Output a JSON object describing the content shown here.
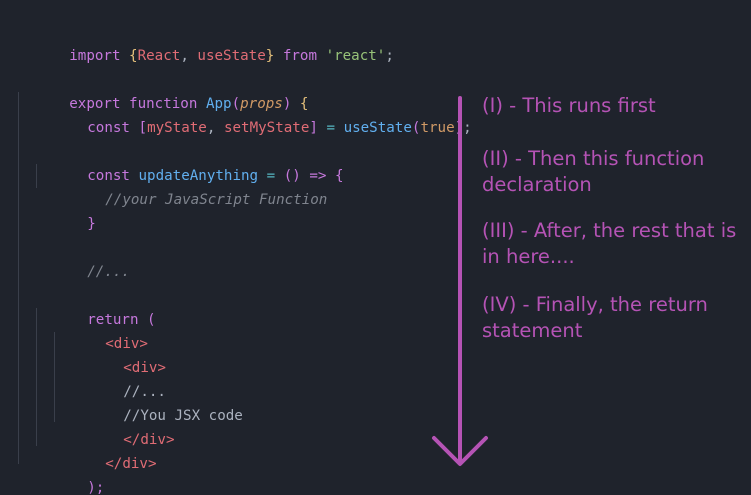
{
  "code": {
    "line1": {
      "kw_import": "import",
      "brace_open": "{",
      "react": "React",
      "comma": ", ",
      "usestate": "useState",
      "brace_close": "}",
      "kw_from": "from",
      "module": "'react'",
      "semi": ";"
    },
    "line3": {
      "kw_export": "export",
      "kw_function": "function",
      "name": "App",
      "paren_open": "(",
      "param": "props",
      "paren_close": ")",
      "brace": "{"
    },
    "line4": {
      "kw_const": "const",
      "bracket_open": "[",
      "state": "myState",
      "comma": ", ",
      "setter": "setMyState",
      "bracket_close": "]",
      "eq": "=",
      "hook": "useState",
      "paren_open": "(",
      "arg": "true",
      "paren_close": ")",
      "semi": ";"
    },
    "line6": {
      "kw_const": "const",
      "name": "updateAnything",
      "eq": "=",
      "parens": "()",
      "arrow": "=>",
      "brace": "{"
    },
    "line7": {
      "comment": "//your JavaScript Function"
    },
    "line8": {
      "brace": "}"
    },
    "line10": {
      "comment": "//..."
    },
    "line12": {
      "kw_return": "return",
      "paren": "("
    },
    "line13": {
      "tag": "<div>"
    },
    "line14": {
      "tag": "<div>"
    },
    "line15": {
      "text": "//..."
    },
    "line16": {
      "text": "//You JSX code"
    },
    "line17": {
      "tag": "</div>"
    },
    "line18": {
      "tag": "</div>"
    },
    "line19": {
      "text": ");"
    },
    "line20": {
      "brace": "}"
    }
  },
  "notes": [
    "(I) - This runs first",
    "(II) - Then this function declaration",
    "(III) - After, the rest that is in here....",
    "(IV) - Finally, the return statement"
  ],
  "colors": {
    "background": "#1f232c",
    "annotation": "#b553b5",
    "keyword": "#c678dd",
    "function": "#61afef",
    "variable": "#e06c75",
    "string": "#98c379",
    "comment": "#7f848e"
  },
  "icons": {
    "arrow": "down-arrow-icon"
  }
}
